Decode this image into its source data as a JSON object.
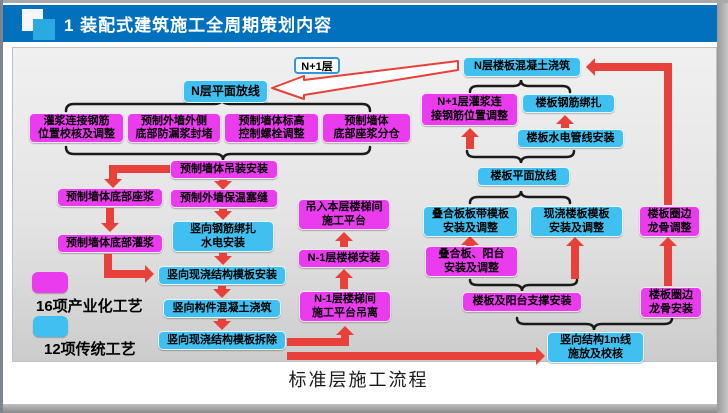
{
  "header": {
    "title": "1 装配式建筑施工全周期策划内容"
  },
  "cycle_label": "N+1层",
  "caption": "标准层施工流程",
  "legend": {
    "industrialized": {
      "label": "16项产业化工艺",
      "color": "#EA3CEE"
    },
    "traditional": {
      "label": "12项传统工艺",
      "color": "#3FC0F0"
    }
  },
  "colors": {
    "header_blue": "#0171BD",
    "logo_cyan": "#29ABE2",
    "magenta_box": "#EA3CEE",
    "cyan_box": "#3FC0F0",
    "arrow_red": "#E8403A",
    "brace_black": "#1a1a1a"
  },
  "nodes": {
    "n_plane": "N层平面放线",
    "grout_check": "灌浆连接钢筋\n位置校核及调整",
    "leak_seal": "预制外墙外侧\n底部防漏浆封堵",
    "elev_bolt": "预制墙体标高\n控制螺栓调整",
    "seat_compart": "预制墙体\n底部座浆分仓",
    "wall_hang": "预制墙体吊装安装",
    "wall_seat": "预制墙体底部座浆",
    "wall_insulation": "预制外墙保温塞缝",
    "rebar_mep": "竖向钢筋绑扎\n水电安装",
    "wall_grout": "预制墙体底部灌浆",
    "formwork_install": "竖向现浇结构模板安装",
    "concrete_pour": "竖向构件混凝土浇筑",
    "formwork_remove": "竖向现浇结构模板拆除",
    "platform_in": "吊入本层楼梯间\n施工平台",
    "stair_install": "N-1层楼梯安装",
    "platform_out": "N-1层楼梯间\n施工平台吊离",
    "slab_pour": "N层楼板混凝土浇筑",
    "n1_grout_adjust": "N+1层灌浆连\n接钢筋位置调整",
    "slab_rebar": "楼板钢筋绑扎",
    "slab_mep": "楼板水电管线安装",
    "slab_layout": "楼板平面放线",
    "laminated_formwork": "叠合板板带模板\n安装及调整",
    "cast_formwork": "现浇楼板模板\n安装及调整",
    "edge_adjust": "楼板圈边\n龙骨调整",
    "laminated_balcony": "叠合板、阳台\n安装及调整",
    "support_install": "楼板及阳台支撑安装",
    "edge_install": "楼板圈边\n龙骨安装",
    "vertical_1m": "竖向结构1m线\n施放及校核"
  }
}
